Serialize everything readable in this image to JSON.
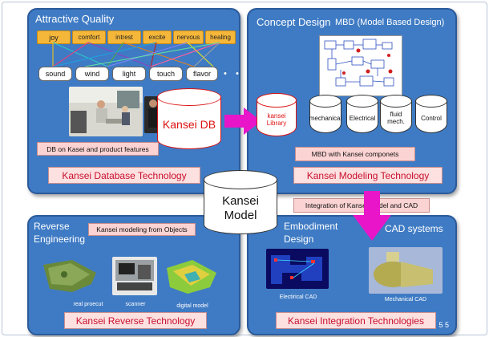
{
  "attractive": {
    "title": "Attractive Quality",
    "emotions": [
      "joy",
      "comfort",
      "intrest",
      "excite",
      "nervous",
      "healing"
    ],
    "senses": [
      "sound",
      "wind",
      "light",
      "touch",
      "flavor"
    ],
    "ellipsis": "・・・",
    "db_caption": "DB on Kasei and product features",
    "tech": "Kansei Database Technology"
  },
  "concept": {
    "title": "Concept Design",
    "subtitle": "MBD (Model Based Design)",
    "cylinders": [
      "mechanical",
      "Electrical",
      "fluid mech.",
      "Control"
    ],
    "mbd_caption": "MBD with Kansei componets",
    "tech": "Kansei Modeling Technology"
  },
  "kansei_db": {
    "label": "Kansei DB"
  },
  "kansei_library": {
    "label": "kansei Library"
  },
  "kansei_model": {
    "label": "Kansei Model"
  },
  "integration_caption": "Integration of Kansei Model and CAD",
  "reverse": {
    "title": "Reverse Engineering",
    "caption": "Kansei modeling from Objects",
    "photos": [
      "real proecut",
      "scanner",
      "digital model"
    ],
    "tech": "Kansei Reverse Technology"
  },
  "embodiment": {
    "title": "Embodiment Design",
    "cad_title": "CAD systems",
    "photos": [
      "Electirical CAD",
      "Mechanical CAD"
    ],
    "tech": "Kansei Integration Technologies"
  },
  "page_number": "5 5",
  "colors": {
    "panel": "#3f7bc4",
    "tag": "#f5b73a",
    "pink_caption": "#fbd3d3",
    "tech_text": "#c8102e",
    "arrow": "#e815c9"
  }
}
